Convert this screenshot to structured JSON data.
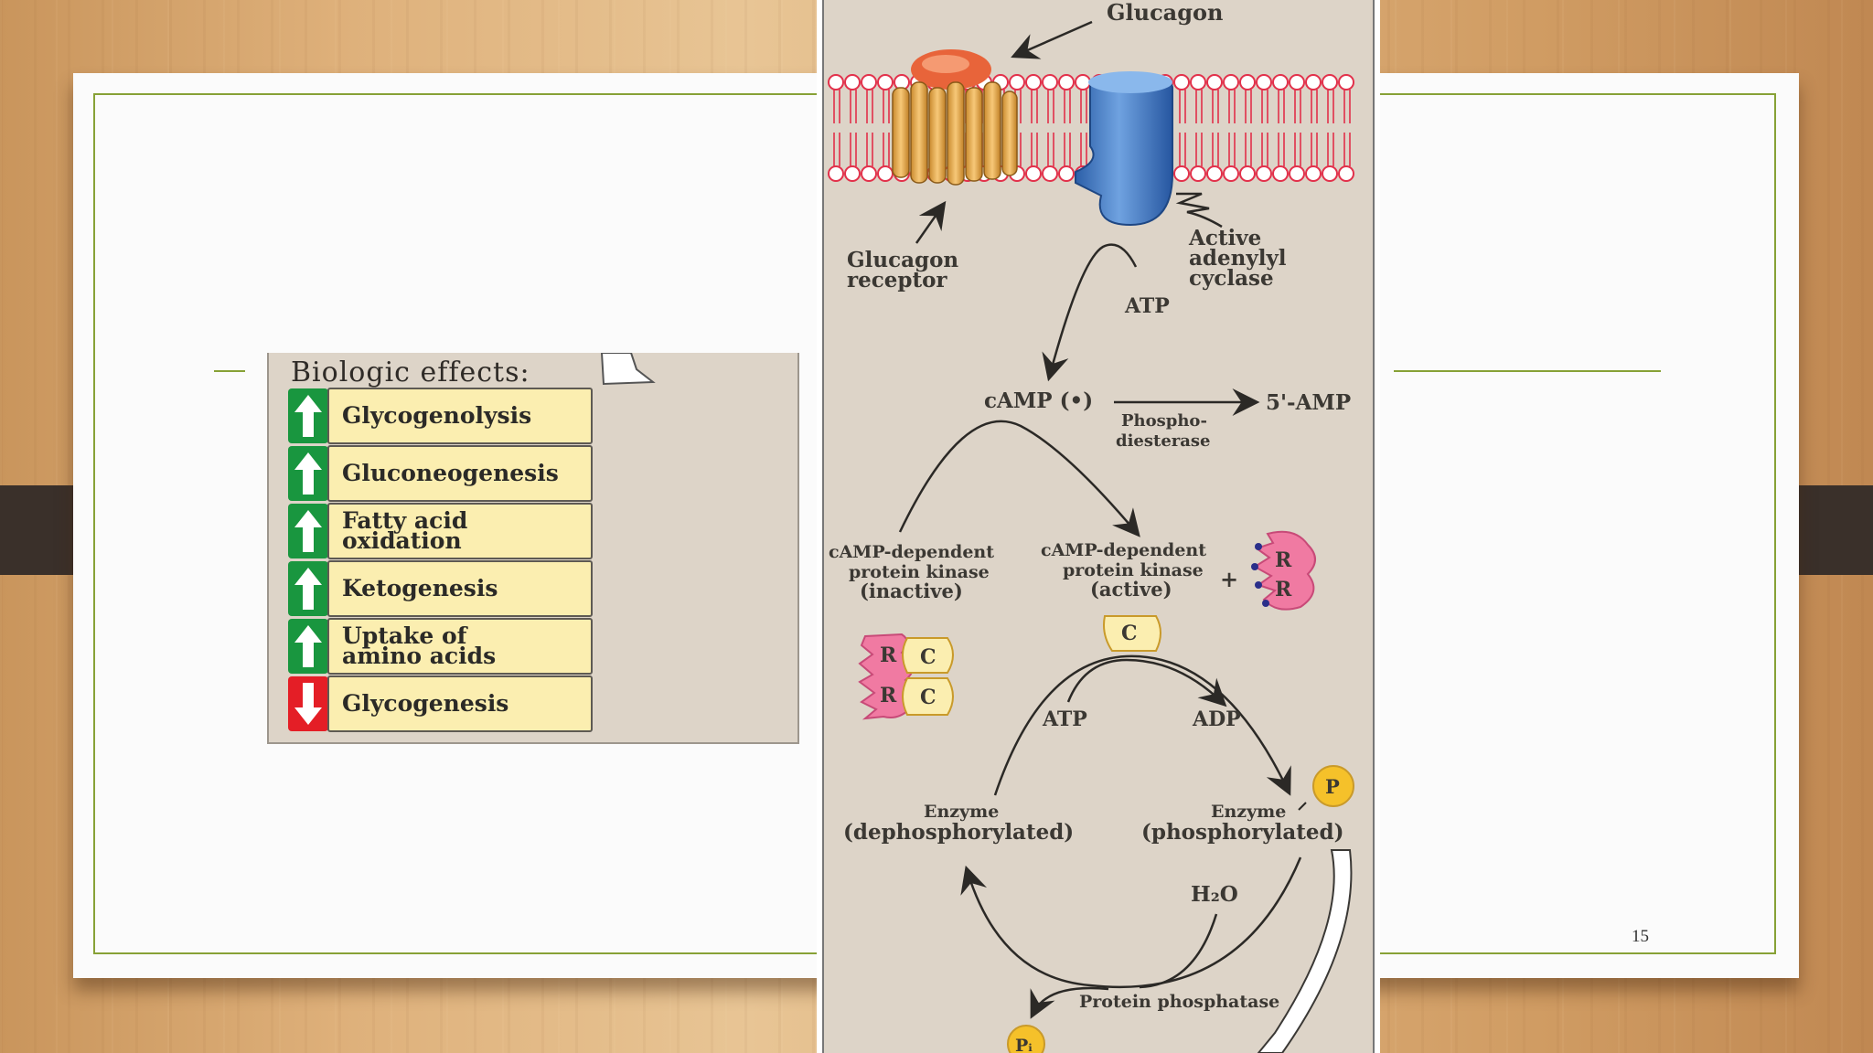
{
  "slide": {
    "page_number": "15"
  },
  "effects": {
    "title": "Biologic effects:",
    "items": [
      {
        "label": "Glycogenolysis",
        "direction": "up",
        "color": "#19963f"
      },
      {
        "label": "Gluconeogenesis",
        "direction": "up",
        "color": "#19963f"
      },
      {
        "label": "Fatty acid oxidation",
        "direction": "up",
        "color": "#19963f"
      },
      {
        "label": "Ketogenesis",
        "direction": "up",
        "color": "#19963f"
      },
      {
        "label": "Uptake of amino acids",
        "direction": "up",
        "color": "#19963f"
      },
      {
        "label": "Glycogenesis",
        "direction": "down",
        "color": "#e41e26"
      }
    ]
  },
  "diagram": {
    "glucagon": "Glucagon",
    "glucagon_receptor_l1": "Glucagon",
    "glucagon_receptor_l2": "receptor",
    "adenylyl_l1": "Active",
    "adenylyl_l2": "adenylyl",
    "adenylyl_l3": "cyclase",
    "atp_top": "ATP",
    "camp": "cAMP (•)",
    "five_amp": "5'-AMP",
    "pde_l1": "Phospho-",
    "pde_l2": "diesterase",
    "pka_inactive_l1": "cAMP-dependent",
    "pka_inactive_l2": "protein kinase",
    "pka_inactive_l3": "(inactive)",
    "pka_active_l1": "cAMP-dependent",
    "pka_active_l2": "protein kinase",
    "pka_active_l3": "(active)",
    "plus": "+",
    "r": "R",
    "c": "C",
    "atp_mid": "ATP",
    "adp": "ADP",
    "p": "P",
    "enzyme_dephos_l1": "Enzyme",
    "enzyme_dephos_l2": "(dephosphorylated)",
    "enzyme_phos_l1": "Enzyme",
    "enzyme_phos_l2": "(phosphorylated)",
    "water": "H₂O",
    "phosphatase": "Protein phosphatase",
    "pi": "Pᵢ"
  }
}
